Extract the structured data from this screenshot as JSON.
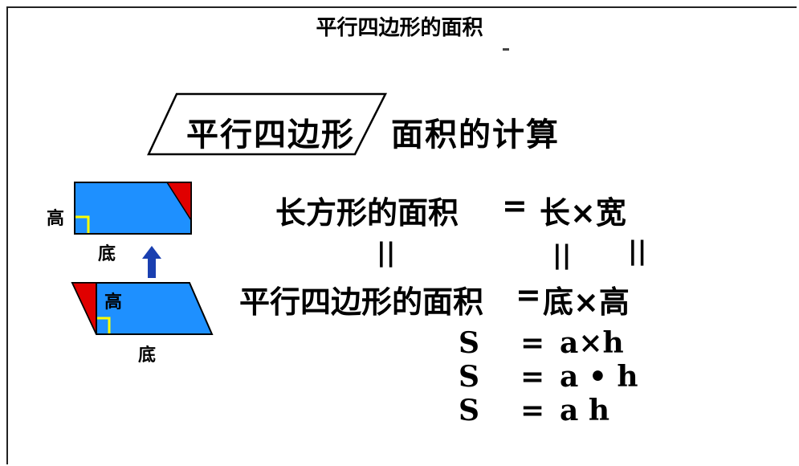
{
  "header": {
    "title": "平行四边形的面积"
  },
  "banner": {
    "boxed_label": "平行四边形",
    "tail_label": "面积的计算"
  },
  "figures": {
    "rect_height_label": "高",
    "rect_base_label": "底",
    "para_height_label": "高",
    "para_base_label": "底"
  },
  "equations": {
    "row1_left": "长方形的面积",
    "row1_eq": "=",
    "row1_right": "长×宽",
    "row2_eq_marks": [
      "||",
      "||",
      "||"
    ],
    "row3_left": "平行四边形的面积",
    "row3_eq": "=",
    "row3_right": "底×高",
    "formulas": [
      {
        "lhs": "S",
        "eq": "=",
        "rhs": "a×h"
      },
      {
        "lhs": "S",
        "eq": "=",
        "rhs": "a • h"
      },
      {
        "lhs": "S",
        "eq": "=",
        "rhs": "a h"
      }
    ]
  },
  "colors": {
    "shape_fill": "#1e90ff",
    "triangle_fill": "#e00000",
    "right_angle": "#ffff00",
    "arrow": "#1a3fb0"
  }
}
